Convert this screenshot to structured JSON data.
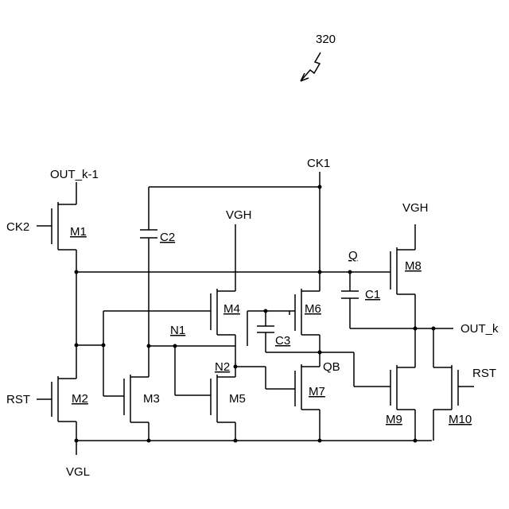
{
  "figure": {
    "ref_number": "320"
  },
  "signals": {
    "out_prev": "OUT_k-1",
    "ck2": "CK2",
    "ck1": "CK1",
    "vgh_left": "VGH",
    "vgh_right": "VGH",
    "rst_left": "RST",
    "rst_right": "RST",
    "vgl": "VGL",
    "out": "OUT_k"
  },
  "nodes": {
    "q": "Q",
    "qb": "QB",
    "n1": "N1",
    "n2": "N2"
  },
  "transistors": [
    "M1",
    "M2",
    "M3",
    "M4",
    "M5",
    "M6",
    "M7",
    "M8",
    "M9",
    "M10"
  ],
  "capacitors": [
    "C1",
    "C2",
    "C3"
  ]
}
